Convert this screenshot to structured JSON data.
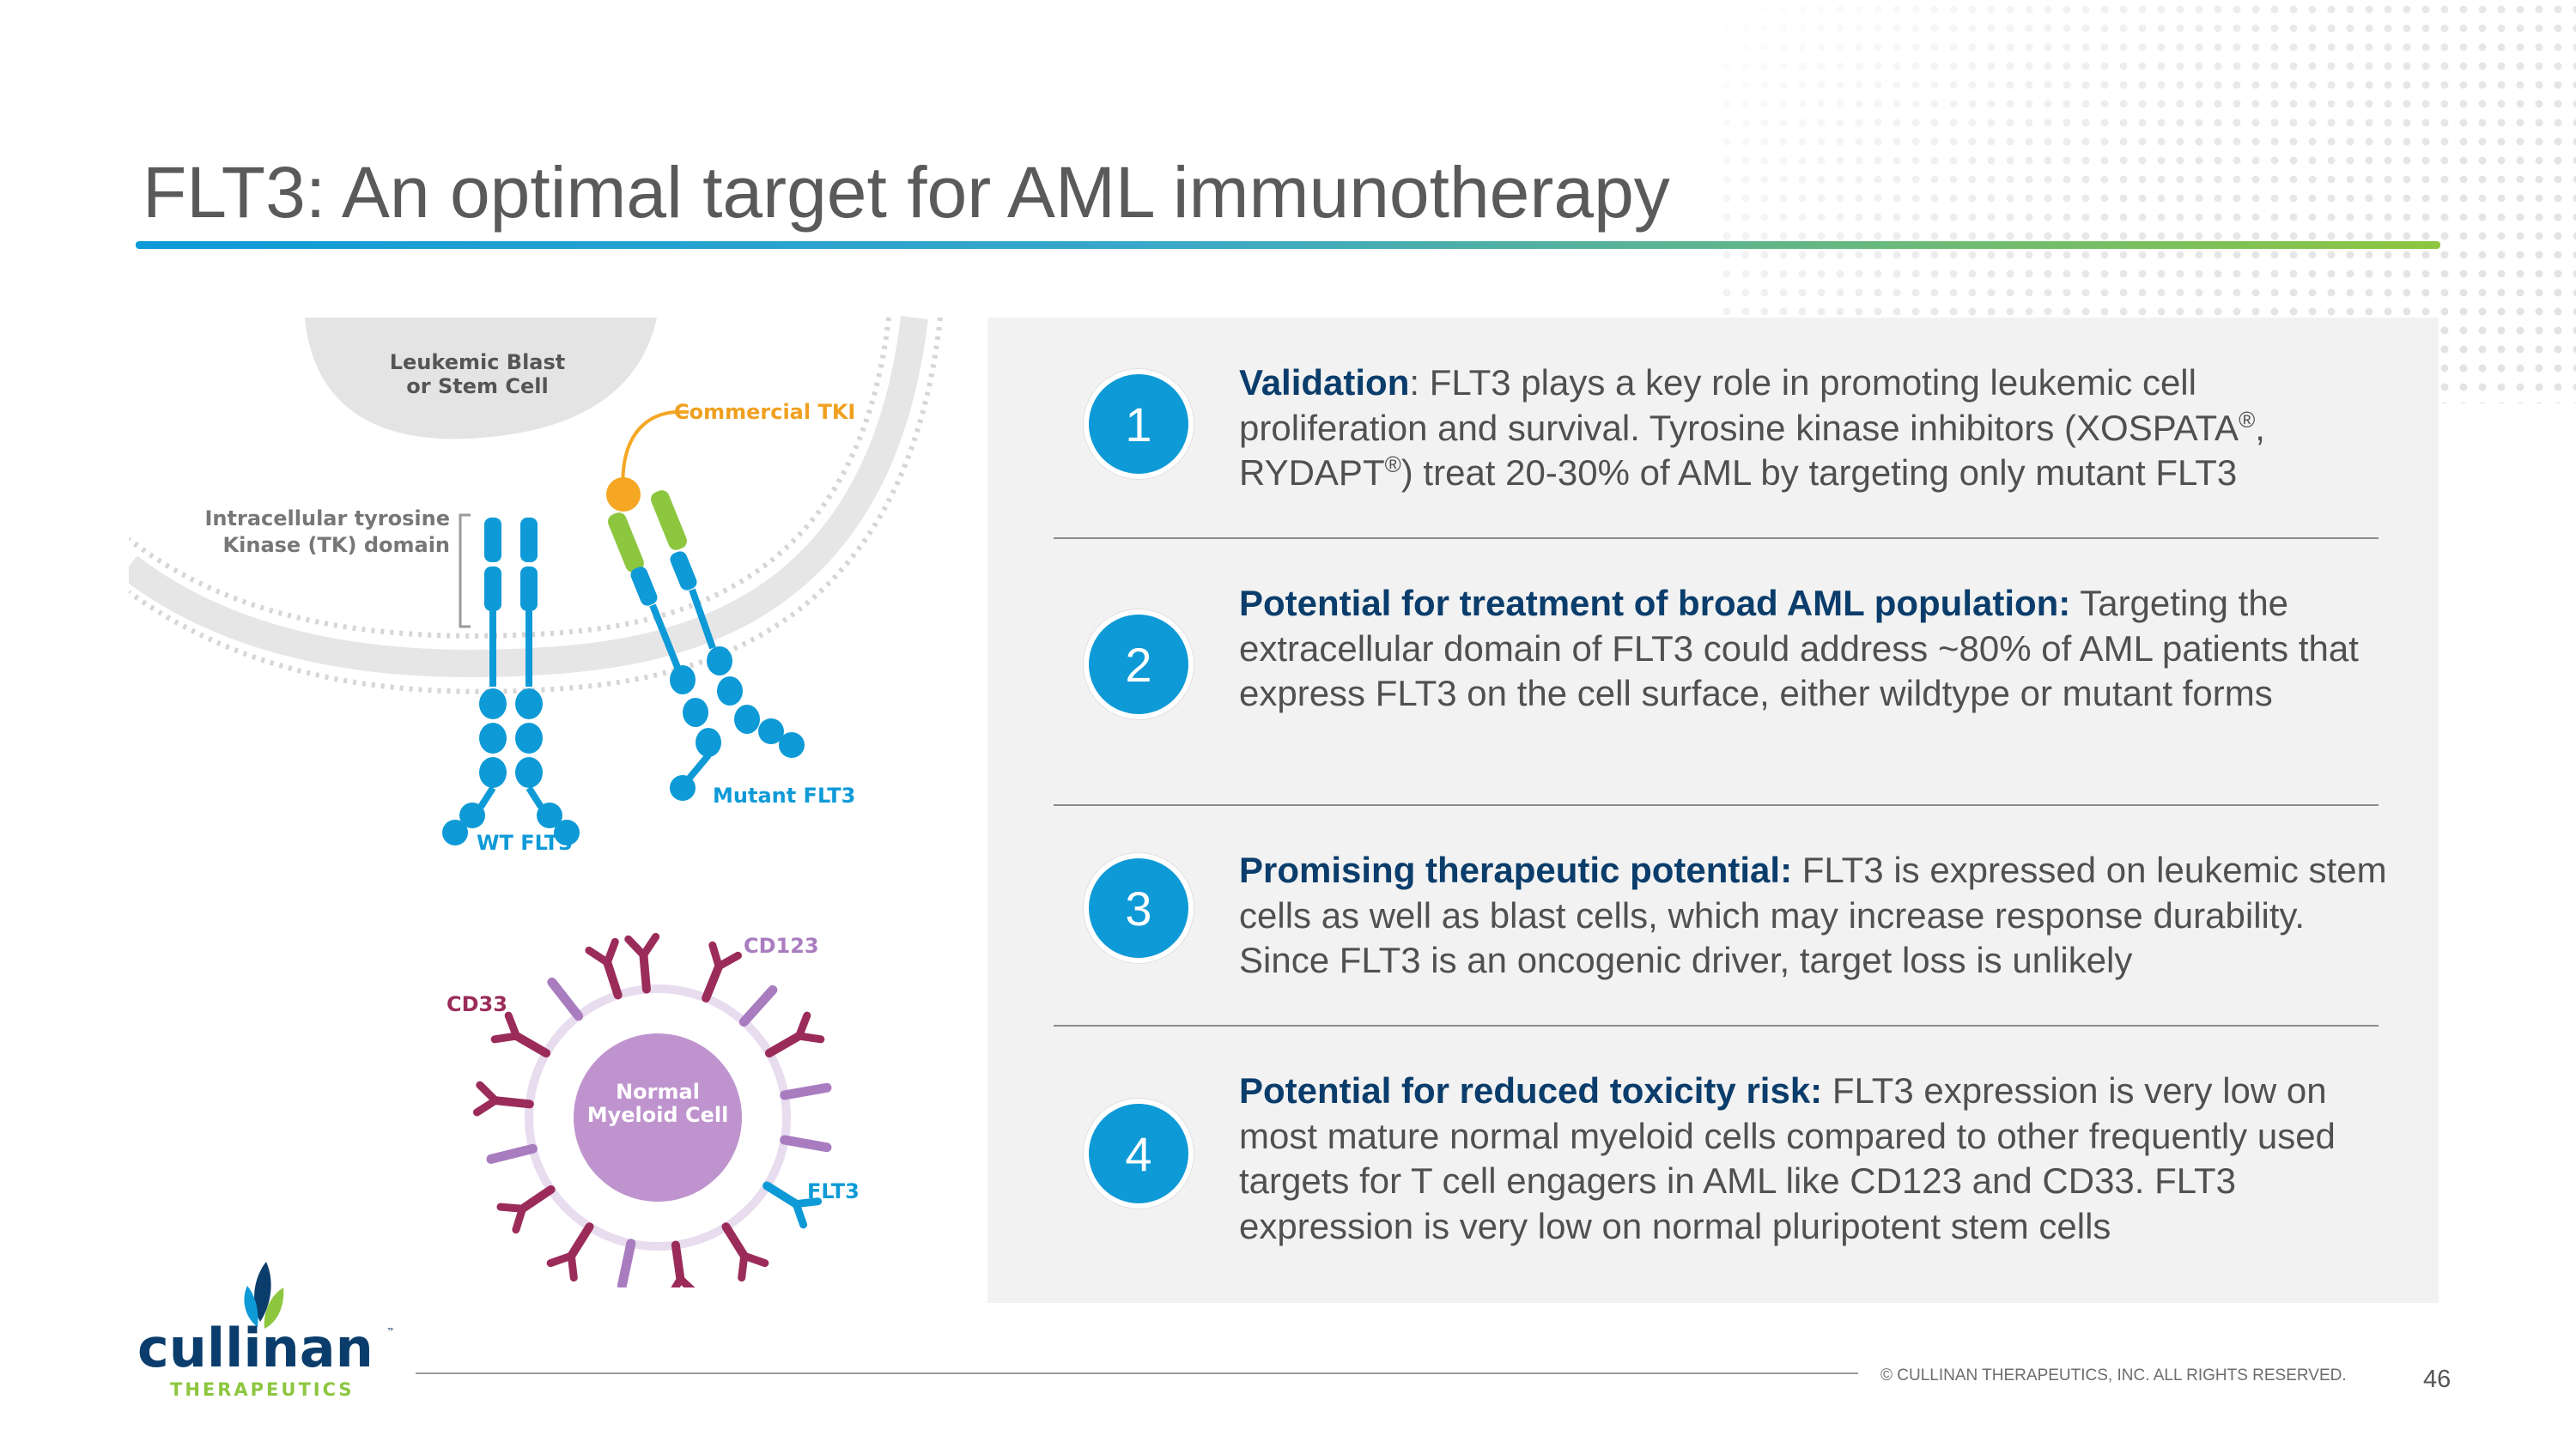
{
  "slide": {
    "title": "FLT3: An optimal target for AML immunotherapy",
    "page_number": "46",
    "copyright": "© CULLINAN THERAPEUTICS, INC. ALL RIGHTS RESERVED.",
    "accent_colors": {
      "blue": "#0e9ad7",
      "green": "#8dc63f",
      "navy": "#0a3d6b",
      "maroon": "#9b2c5a",
      "purple": "#a97cc0"
    }
  },
  "logo": {
    "word": "cullinan",
    "trademark": "™",
    "sub": "THERAPEUTICS"
  },
  "diagram": {
    "blast_label_line1": "Leukemic Blast",
    "blast_label_line2": "or Stem Cell",
    "tki_label": "Commercial TKI",
    "tk_label_line1": "Intracellular tyrosine",
    "tk_label_line2": "Kinase (TK) domain",
    "wt_label": "WT FLT3",
    "mutant_label": "Mutant FLT3",
    "cd123_label": "CD123",
    "cd33_label": "CD33",
    "cell_label_line1": "Normal",
    "cell_label_line2": "Myeloid Cell",
    "flt3_label": "FLT3"
  },
  "items": [
    {
      "number": "1",
      "lead": "Validation",
      "body_a": ": FLT3 plays a key role in promoting leukemic cell proliferation and survival. Tyrosine kinase inhibitors (XOSPATA",
      "sup_a": "®",
      "body_b": ", RYDAPT",
      "sup_b": "®",
      "body_c": ") treat 20-30% of AML by targeting only mutant FLT3"
    },
    {
      "number": "2",
      "lead": "Potential for treatment of broad AML population:",
      "body": " Targeting the extracellular domain of FLT3 could address ~80% of AML patients that express FLT3 on the cell surface, either wildtype or mutant forms"
    },
    {
      "number": "3",
      "lead": "Promising therapeutic potential:",
      "body": " FLT3 is expressed on leukemic stem cells as well as blast cells, which may increase response durability. Since FLT3 is an oncogenic driver, target loss is unlikely"
    },
    {
      "number": "4",
      "lead": "Potential for reduced toxicity risk:",
      "body": " FLT3 expression is very low on most mature normal myeloid cells compared to other frequently used targets for T cell engagers in AML like CD123 and CD33. FLT3 expression is very low on normal pluripotent stem cells"
    }
  ]
}
